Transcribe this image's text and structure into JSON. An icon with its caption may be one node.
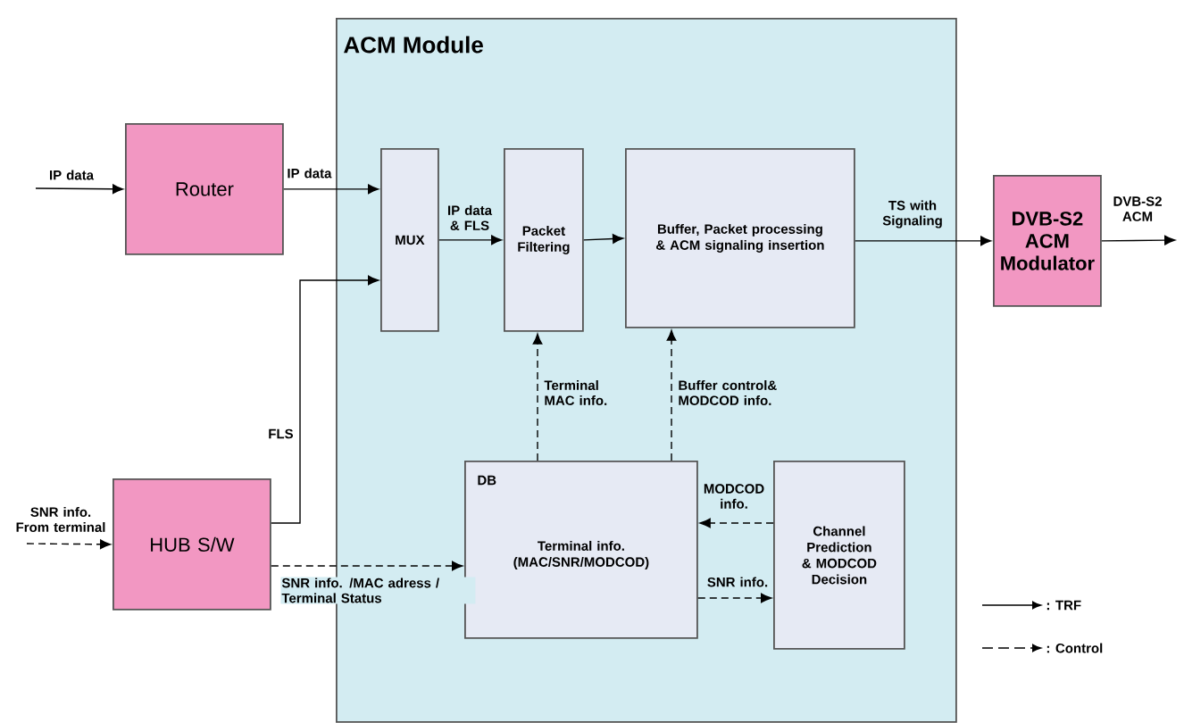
{
  "diagram": {
    "nodes": [
      {
        "text": [
          "ACM Module"
        ]
      },
      {
        "text": [
          "Router"
        ]
      },
      {
        "text": [
          "MUX"
        ],
        "in": 0
      },
      {
        "text": [
          "Packet Filtering"
        ],
        "in": 0
      },
      {
        "text": [
          "Buffer, Packet processing & ACM signaling insertion"
        ],
        "in": 0
      },
      {
        "text": [
          "DVB-S2 ACM Modulator"
        ]
      },
      {
        "text": [
          "HUB S/W"
        ]
      },
      {
        "text": [
          "DB",
          "Terminal info. (MAC/SNR/MODCOD)"
        ],
        "in": 0
      },
      {
        "text": [
          "Channel Prediction & MODCOD Decision"
        ],
        "in": 0
      }
    ],
    "edges": [
      {
        "from": null,
        "to": 1,
        "arrow": "to",
        "label": "IP data"
      },
      {
        "from": 1,
        "to": 2,
        "arrow": "to",
        "label": "IP data"
      },
      {
        "from": 6,
        "to": 2,
        "arrow": "to",
        "label": "FLS"
      },
      {
        "from": 2,
        "to": 3,
        "arrow": "to",
        "label": "IP data & FLS"
      },
      {
        "from": 3,
        "to": 4,
        "arrow": "to"
      },
      {
        "from": 4,
        "to": 5,
        "arrow": "to",
        "label": "TS with Signaling"
      },
      {
        "from": 5,
        "to": null,
        "arrow": "to",
        "label": "DVB-S2 ACM"
      },
      {
        "from": null,
        "to": 6,
        "arrow": "to",
        "label": "SNR info. From terminal",
        "style": "dashed"
      },
      {
        "from": 6,
        "to": 7,
        "arrow": "to",
        "label": "SNR info. /MAC adress / Terminal Status",
        "style": "dashed"
      },
      {
        "from": 7,
        "to": 3,
        "arrow": "to",
        "label": "Terminal MAC info.",
        "style": "dashed"
      },
      {
        "from": 7,
        "to": 4,
        "arrow": "to",
        "label": "Buffer control& MODCOD info.",
        "style": "dashed"
      },
      {
        "from": 8,
        "to": 7,
        "arrow": "to",
        "label": "MODCOD info.",
        "style": "dashed"
      },
      {
        "from": 7,
        "to": 8,
        "arrow": "to",
        "label": "SNR info.",
        "style": "dashed"
      }
    ],
    "legend": [
      {
        "text": ": TRF"
      },
      {
        "text": ": Control"
      }
    ]
  }
}
